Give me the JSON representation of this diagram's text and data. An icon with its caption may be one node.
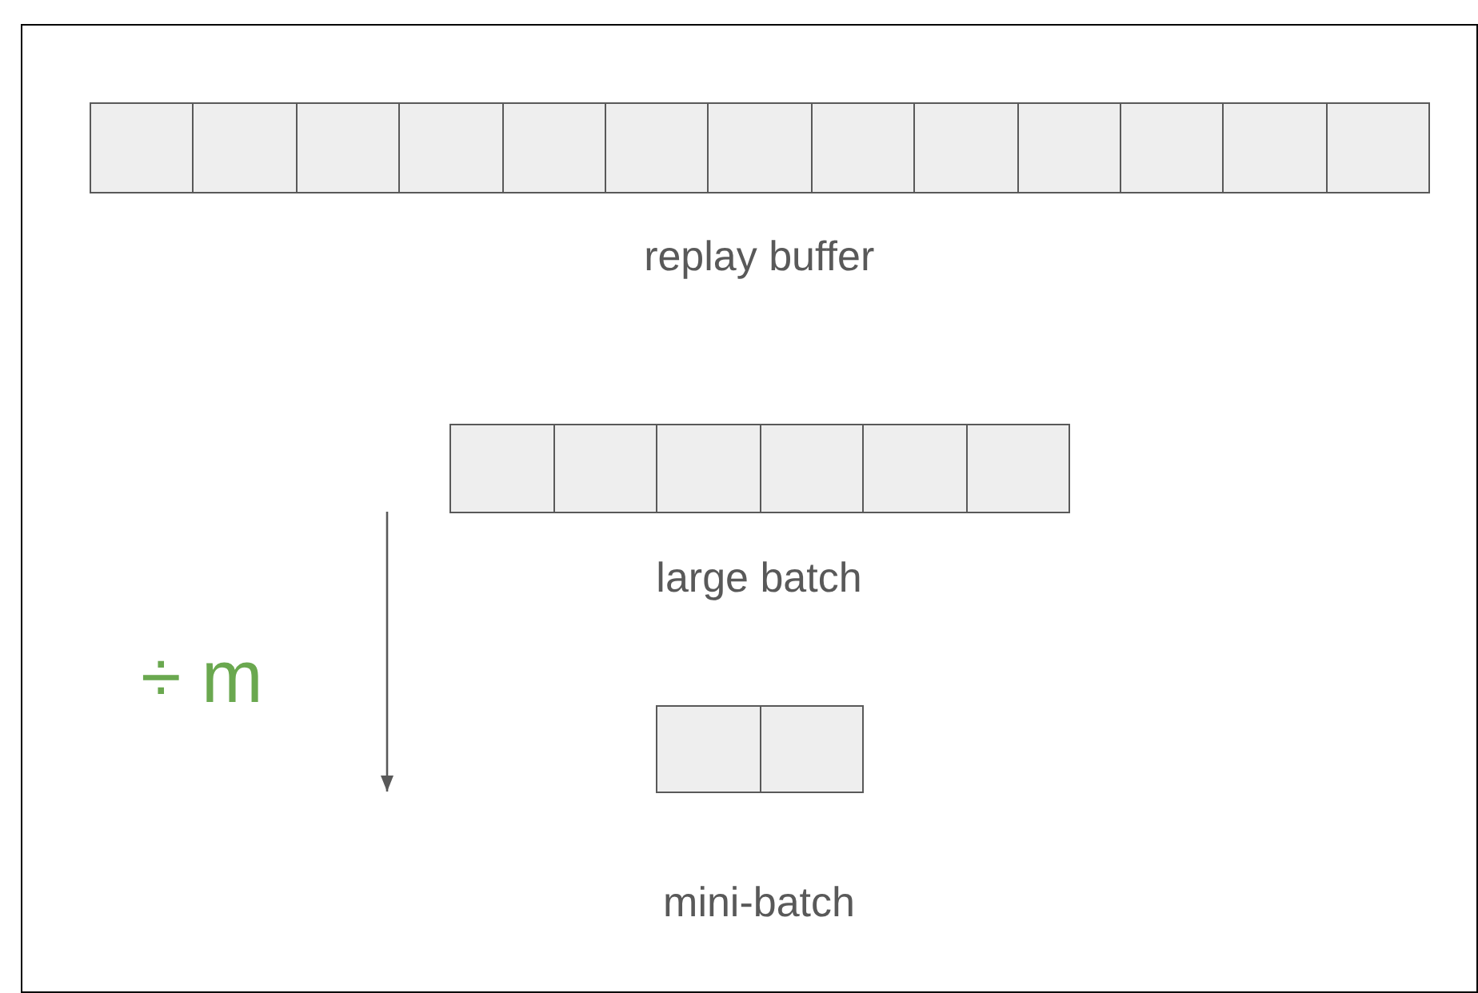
{
  "diagram": {
    "nodes": [
      {
        "text": [
          "replay buffer"
        ]
      },
      {
        "text": [
          "large batch"
        ]
      },
      {
        "text": [
          "mini-batch"
        ]
      }
    ],
    "labels": [
      "÷ m"
    ]
  }
}
